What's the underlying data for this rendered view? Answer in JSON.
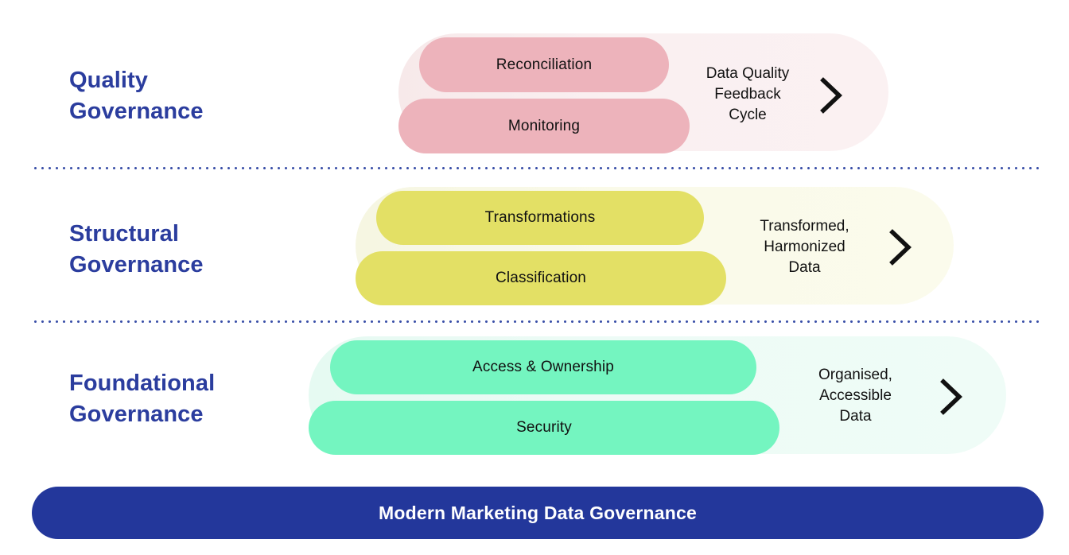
{
  "diagram": {
    "title": "Modern Marketing Data Governance",
    "colors": {
      "label_blue": "#2B3D9E",
      "footer_blue": "#23379B",
      "pink_pill": "#EDB3BB",
      "yellow_pill": "#E3E065",
      "green_pill": "#74F5C0",
      "pink_band": "#FBF1F2",
      "yellow_band": "#FBFBEC",
      "green_band": "#EFFCF7",
      "divider_dot": "#3B50A8",
      "text_dark": "#111111"
    },
    "rows": [
      {
        "label": "Quality\nGovernance",
        "pills": [
          "Reconciliation",
          "Monitoring"
        ],
        "outcome": "Data Quality\nFeedback\nCycle",
        "chevron": "chevron-right-icon"
      },
      {
        "label": "Structural\nGovernance",
        "pills": [
          "Transformations",
          "Classification"
        ],
        "outcome": "Transformed,\nHarmonized\nData",
        "chevron": "chevron-right-icon"
      },
      {
        "label": "Foundational\nGovernance",
        "pills": [
          "Access & Ownership",
          "Security"
        ],
        "outcome": "Organised,\nAccessible\nData",
        "chevron": "chevron-right-icon"
      }
    ],
    "footer": {
      "label": "Modern Marketing Data Governance"
    }
  }
}
